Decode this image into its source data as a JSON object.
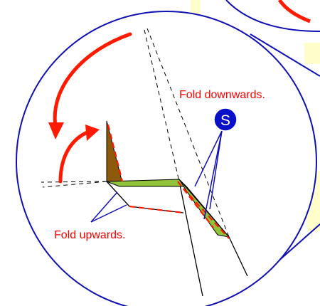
{
  "diagram": {
    "labels": {
      "fold_down": "Fold downwards.",
      "fold_up": "Fold upwards.",
      "step_badge": "S"
    },
    "colors": {
      "circle_outline": "#1010b4",
      "fold_arrow": "#ff1a00",
      "label_text": "#ff0000",
      "flap_brown": "#8c5a0a",
      "flap_green": "#8fc43a",
      "highlight_yellow": "#ffffcc",
      "badge_fill": "#0a10c8"
    }
  }
}
